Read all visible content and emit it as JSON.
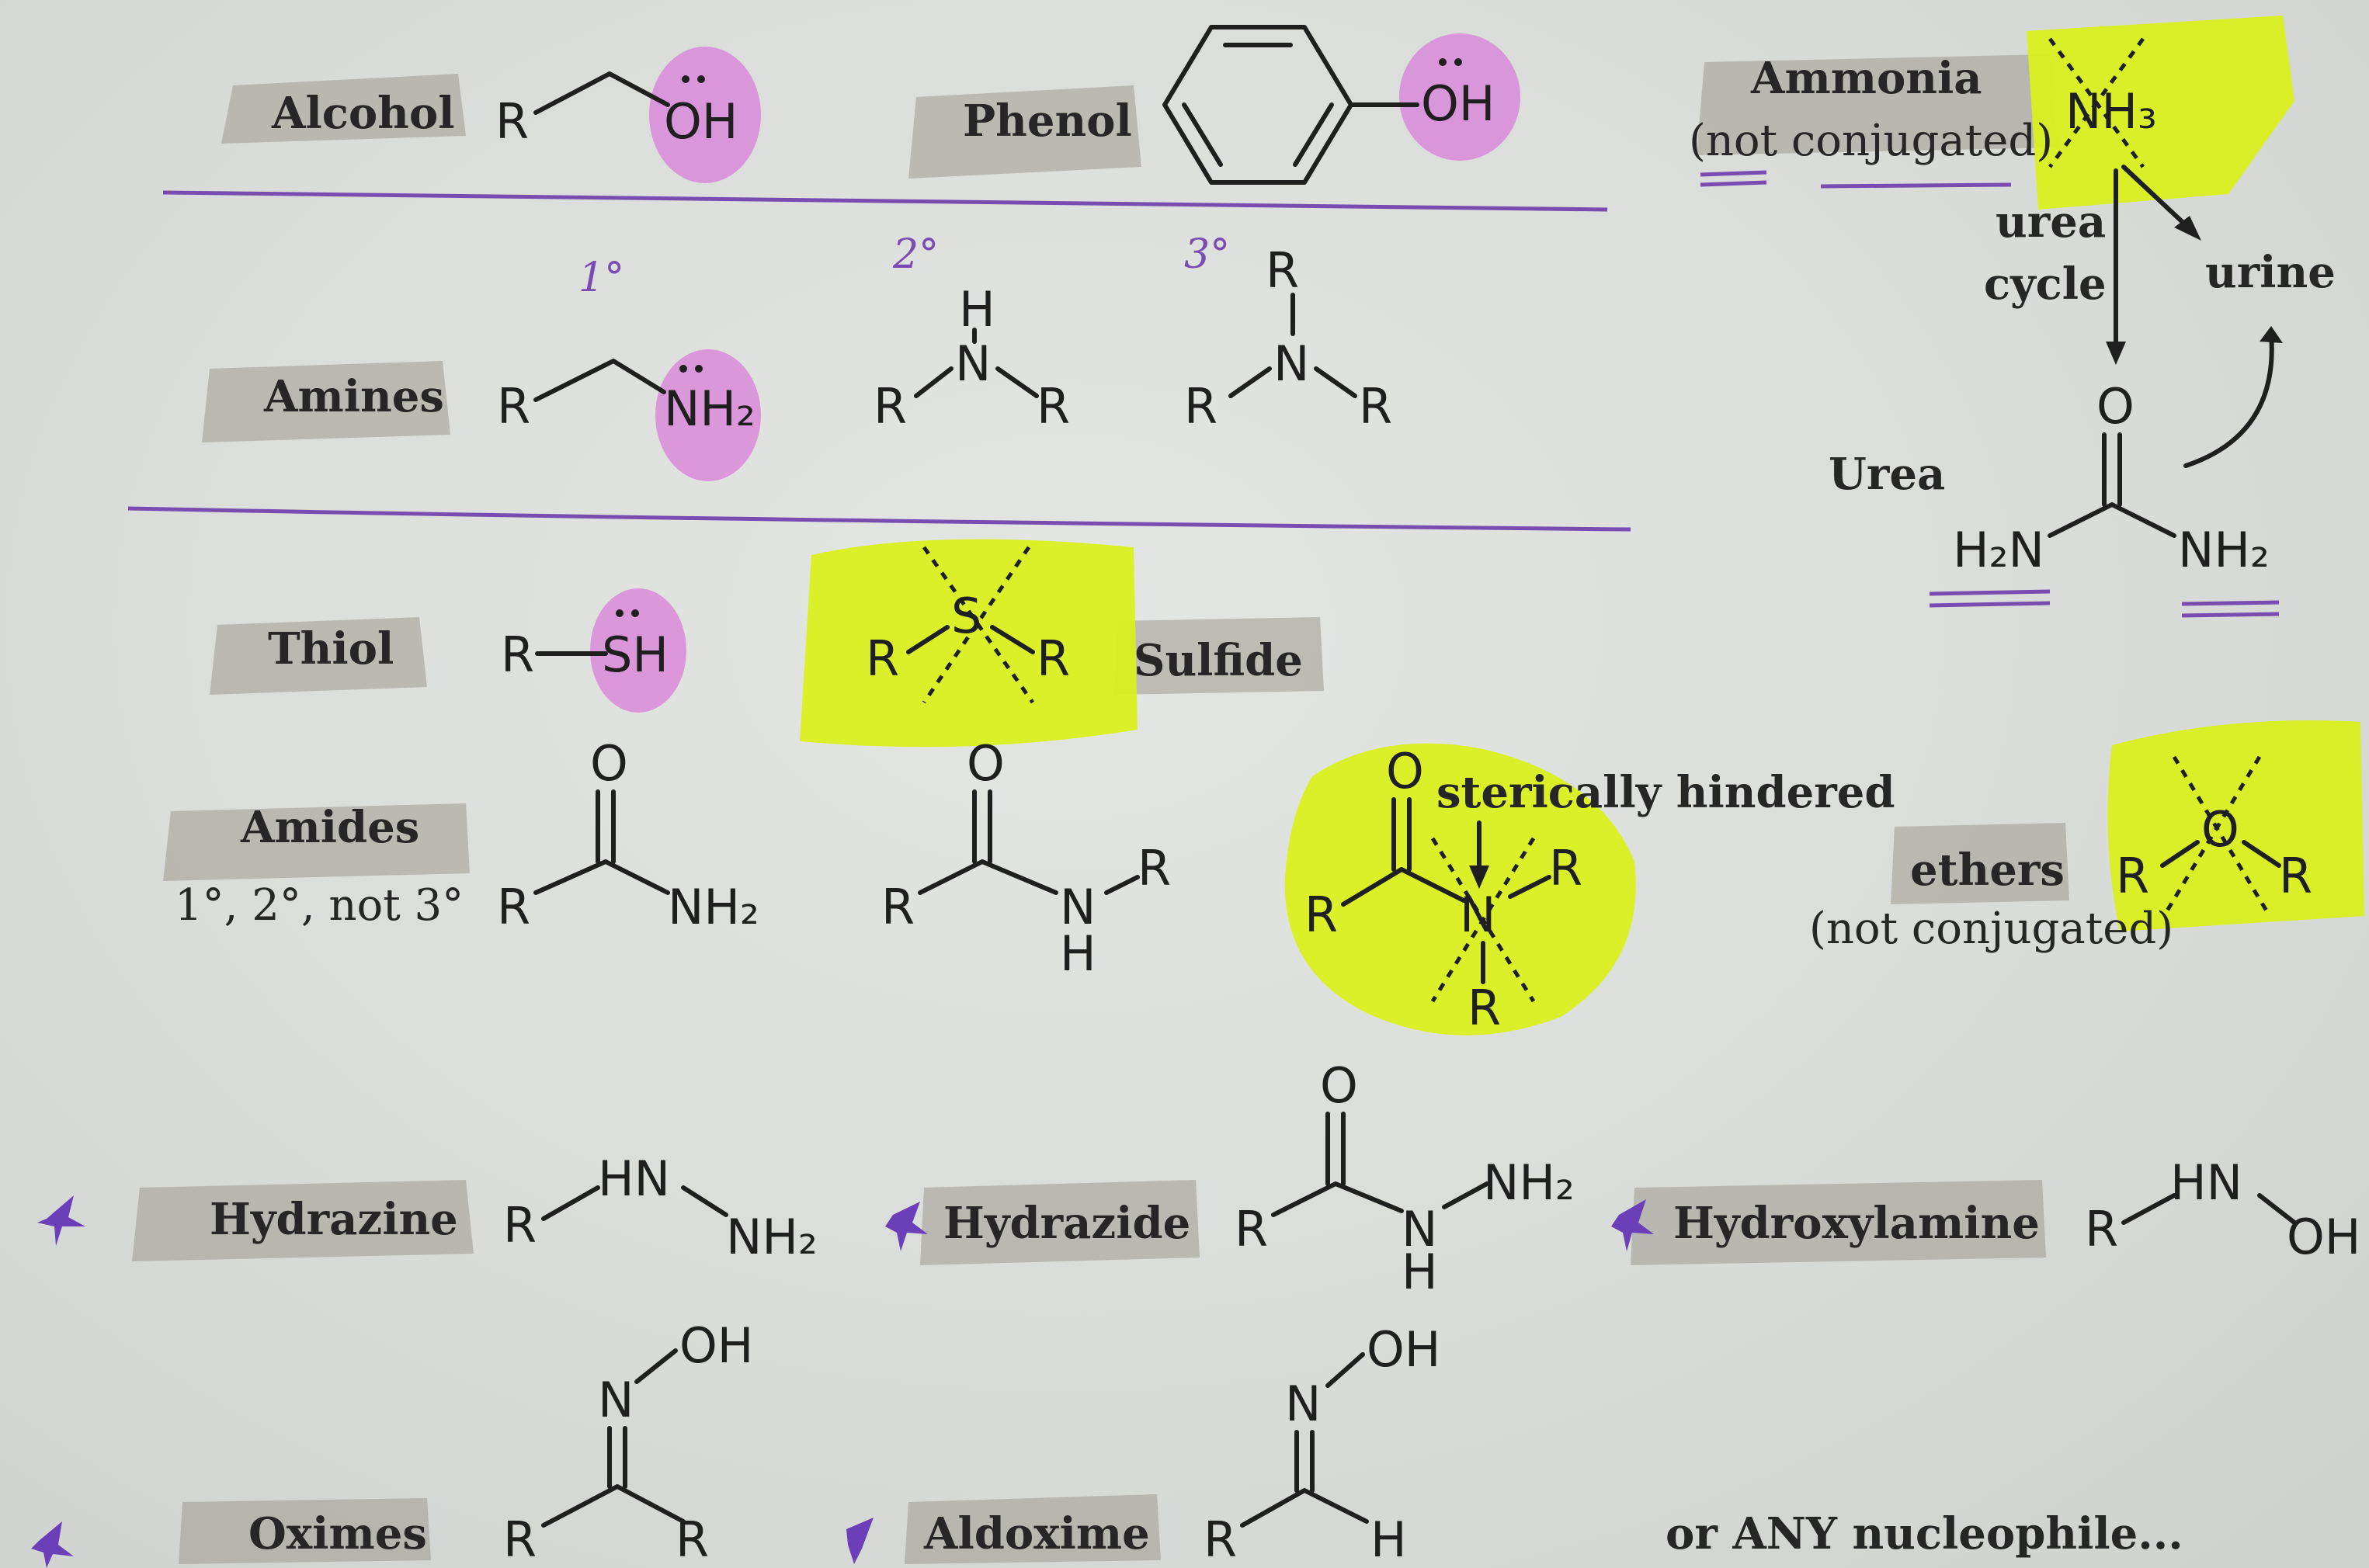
{
  "labels": {
    "alcohol": "Alcohol",
    "phenol": "Phenol",
    "ammonia": "Ammonia",
    "ammonia_note": "(not conjugated)",
    "amines": "Amines",
    "thiol": "Thiol",
    "sulfide": "Sulfide",
    "amides": "Amides",
    "amides_note": "1°, 2°, not 3°",
    "sterically_hindered": "sterically hindered",
    "ethers": "ethers",
    "ethers_note": "(not conjugated)",
    "urea": "Urea",
    "urea_cycle_1": "urea",
    "urea_cycle_2": "cycle",
    "urine": "urine",
    "hydrazine": "Hydrazine",
    "hydrazide": "Hydrazide",
    "hydroxylamine": "Hydroxylamine",
    "oximes": "Oximes",
    "aldoxime": "Aldoxime",
    "footer": "or ANY nucleophile..."
  },
  "amine_degrees": [
    "1°",
    "2°",
    "3°"
  ],
  "atoms": {
    "R": "R",
    "OH": "OH",
    "NH2": "NH₂",
    "NH3": "NH₃",
    "H2N": "H₂N",
    "N": "N",
    "H": "H",
    "O": "O",
    "S": "S",
    "SH": "SH",
    "HN": "HN",
    "R_SH_bond": "—"
  },
  "colors": {
    "pink_highlight": "#d98ad9",
    "yellow_highlight": "#d9f21a",
    "ink_purple": "#7a4bb0",
    "tape": "#9d998f"
  }
}
